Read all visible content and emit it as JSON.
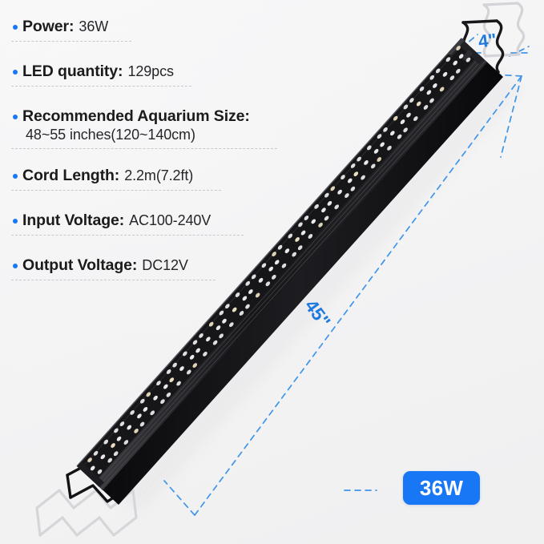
{
  "product": {
    "type": "aquarium-led-light-bar",
    "badge": {
      "label": "36W",
      "color": "#1877f5"
    }
  },
  "specs": [
    {
      "label": "Power:",
      "value": "36W"
    },
    {
      "label": "LED quantity:",
      "value": "129pcs"
    },
    {
      "label": "Recommended Aquarium Size:",
      "value": "",
      "sub": "48~55 inches(120~140cm)"
    },
    {
      "label": "Cord Length:",
      "value": "2.2m(7.2ft)"
    },
    {
      "label": "Input Voltage:",
      "value": "AC100-240V"
    },
    {
      "label": "Output Voltage:",
      "value": "DC12V"
    }
  ],
  "dimensions": {
    "length_label": "45\"",
    "width_label": "4\"",
    "line_color": "#3f95e8"
  },
  "colors": {
    "bullet": "#1877f5",
    "accent": "#1877f5",
    "dimension_text": "#1f7ae0",
    "body_text": "#1b1b1b",
    "background": "#f7f7f7",
    "fixture": "#141416"
  }
}
